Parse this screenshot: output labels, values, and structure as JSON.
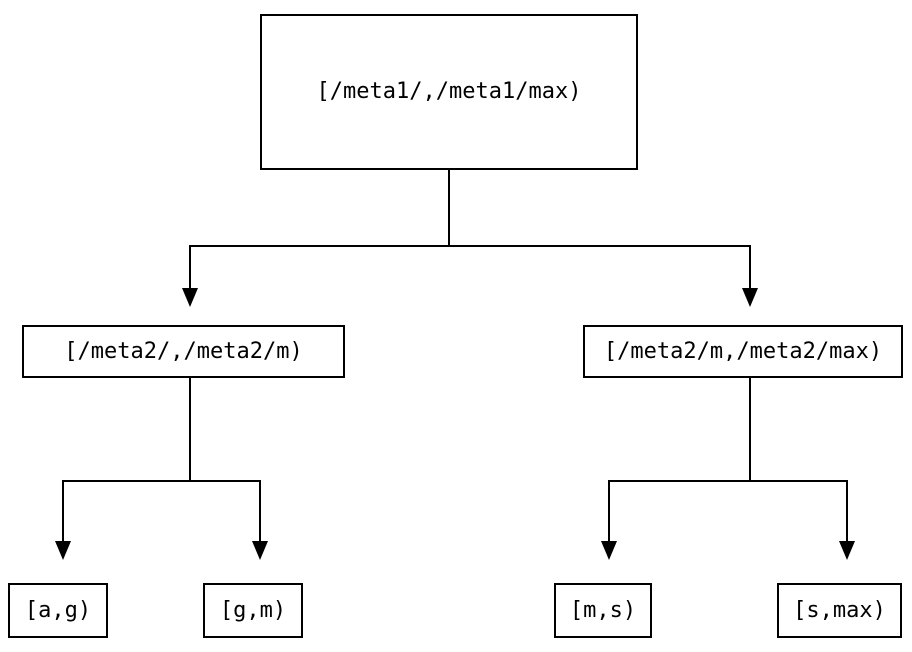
{
  "diagram": {
    "background_color": "#ffffff",
    "line_color": "#000000",
    "node_border_color": "#000000",
    "nodes": {
      "root": {
        "label": "[/meta1/,/meta1/max)"
      },
      "left": {
        "label": "[/meta2/,/meta2/m)"
      },
      "right": {
        "label": "[/meta2/m,/meta2/max)"
      },
      "leaf_a_g": {
        "label": "[a,g)"
      },
      "leaf_g_m": {
        "label": "[g,m)"
      },
      "leaf_m_s": {
        "label": "[m,s)"
      },
      "leaf_s_max": {
        "label": "[s,max)"
      }
    },
    "edges": [
      {
        "from": "root",
        "to": "left"
      },
      {
        "from": "root",
        "to": "right"
      },
      {
        "from": "left",
        "to": "leaf_a_g"
      },
      {
        "from": "left",
        "to": "leaf_g_m"
      },
      {
        "from": "right",
        "to": "leaf_m_s"
      },
      {
        "from": "right",
        "to": "leaf_s_max"
      }
    ]
  }
}
